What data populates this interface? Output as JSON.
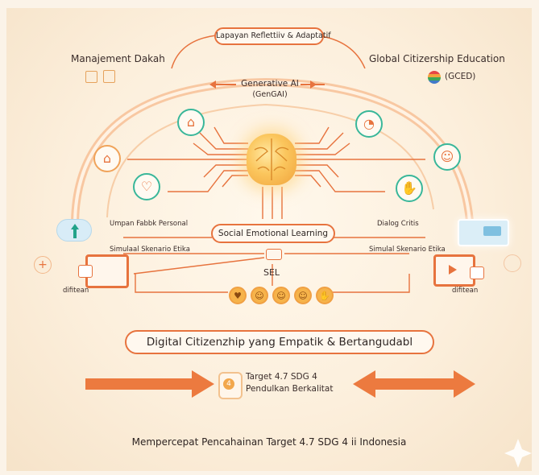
{
  "top_pill": "Lapayan Reflettiiv & Adaptatif",
  "left_heading": "Manajement Dakah",
  "right_heading": "Global Citizership Education",
  "gced_label": "(GCED)",
  "center": {
    "title": "Generative AI",
    "subtitle": "(GenGAI)"
  },
  "left_items": {
    "umpan": "Umpan Fabbk Personal",
    "simulasi": "Simulaal Skenario Etika",
    "difitean": "difitean"
  },
  "right_items": {
    "dialog": "Dialog Critis",
    "simulasi": "Simulal Skenario Etika",
    "difitean": "difitean"
  },
  "sel_pill": "Social Emotional Learning",
  "sel_short": "SEL",
  "digital_pill": "Digital Citizenzhip yang Empatik & Bertangudabl",
  "target": {
    "badge": "4",
    "line1": "Target 4.7 SDG 4",
    "line2": "Pendulkan Berkalitat"
  },
  "footer": "Mempercepat Pencahainan Target 4.7 SDG 4 ii Indonesia",
  "colors": {
    "accent": "#e7733e",
    "teal": "#39b79a",
    "background": "#fcefdc"
  },
  "icons": {
    "emojis": [
      "heart-face-icon",
      "smile-face-icon",
      "grin-face-icon",
      "calm-face-icon",
      "hand-face-icon"
    ]
  }
}
